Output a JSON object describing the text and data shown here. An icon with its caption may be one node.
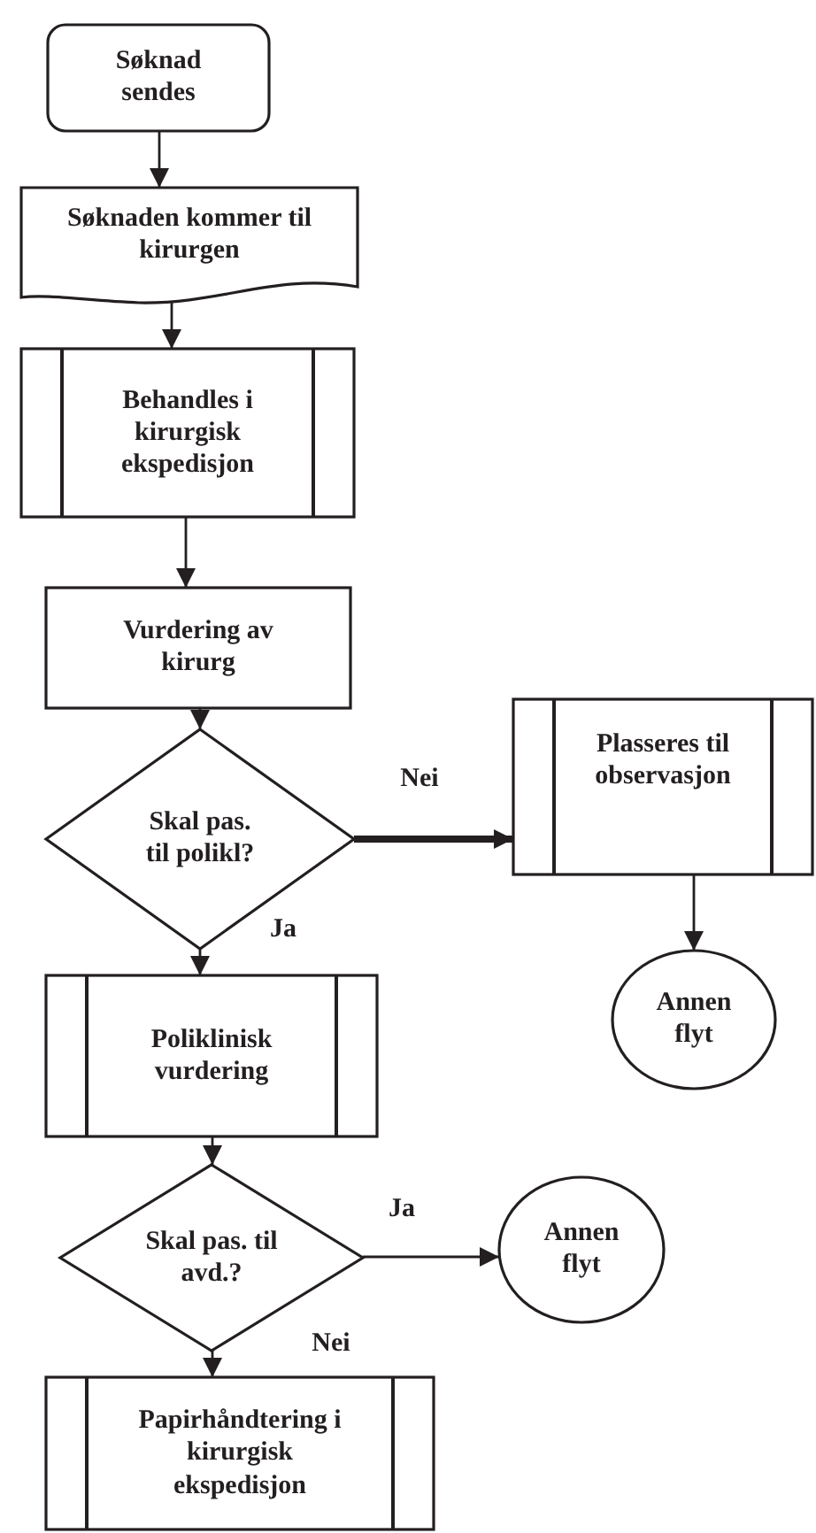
{
  "diagram": {
    "nodes": [
      {
        "text": [
          "Søknad sendes"
        ]
      },
      {
        "text": [
          "Søknaden kommer til kirurgen"
        ]
      },
      {
        "text": [
          "Behandles i kirurgisk ekspedisjon"
        ]
      },
      {
        "text": [
          "Vurdering av kirurg"
        ]
      },
      {
        "text": [
          "Skal pas. til polikl?"
        ]
      },
      {
        "text": [
          "Plasseres til observasjon"
        ]
      },
      {
        "text": [
          "Annen flyt"
        ]
      },
      {
        "text": [
          "Poliklinisk vurdering"
        ]
      },
      {
        "text": [
          "Skal pas. til avd.?"
        ]
      },
      {
        "text": [
          "Annen flyt"
        ]
      },
      {
        "text": [
          "Papirhåndtering i kirurgisk ekspedisjon"
        ]
      }
    ],
    "edges": [
      {
        "from": 0,
        "to": 1,
        "arrow": "to"
      },
      {
        "from": 1,
        "to": 2,
        "arrow": "to"
      },
      {
        "from": 2,
        "to": 3,
        "arrow": "to"
      },
      {
        "from": 3,
        "to": 4,
        "arrow": "to"
      },
      {
        "from": 4,
        "to": 5,
        "arrow": "to",
        "label": "Nei",
        "style": "thick"
      },
      {
        "from": 4,
        "to": 7,
        "arrow": "to",
        "label": "Ja"
      },
      {
        "from": 5,
        "to": 6,
        "arrow": "to"
      },
      {
        "from": 7,
        "to": 8,
        "arrow": "to"
      },
      {
        "from": 8,
        "to": 9,
        "arrow": "to",
        "label": "Ja"
      },
      {
        "from": 8,
        "to": 10,
        "arrow": "to",
        "label": "Nei"
      }
    ]
  }
}
